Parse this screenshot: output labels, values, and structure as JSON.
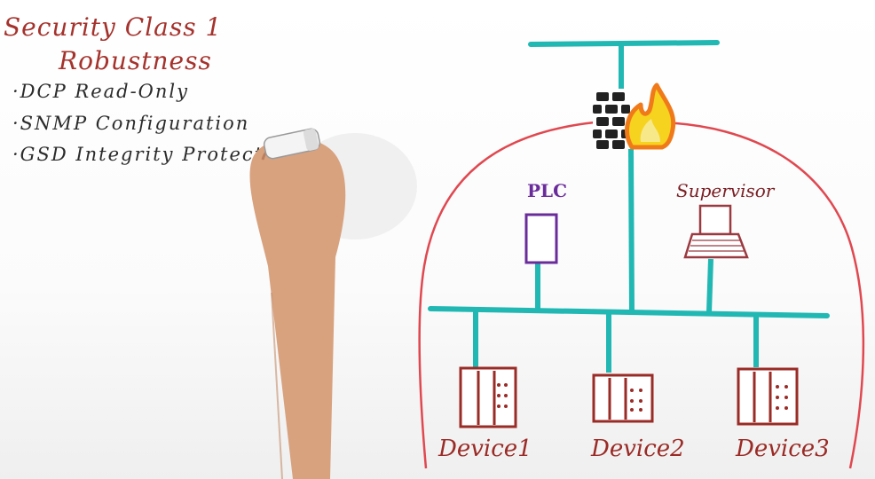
{
  "title": {
    "line1": "Security Class 1",
    "line2": "Robustness"
  },
  "bullets": [
    "·DCP  Read-Only",
    "·SNMP  Configuration",
    "·GSD  Integrity  Protect"
  ],
  "diagram": {
    "plc_label": "PLC",
    "supervisor_label": "Supervisor",
    "devices": [
      "Device1",
      "Device2",
      "Device3"
    ]
  },
  "colors": {
    "network_line": "#21b8b4",
    "boundary": "#e04850",
    "title_text": "#a5322c",
    "plc": "#6a2c9b",
    "device": "#9a2b26",
    "firewall_brick": "#222222",
    "flame": "#f07a1a"
  },
  "icons": [
    "firewall-icon",
    "flame-icon",
    "plc-icon",
    "laptop-icon",
    "device-icon",
    "marker-icon",
    "hand-icon"
  ]
}
